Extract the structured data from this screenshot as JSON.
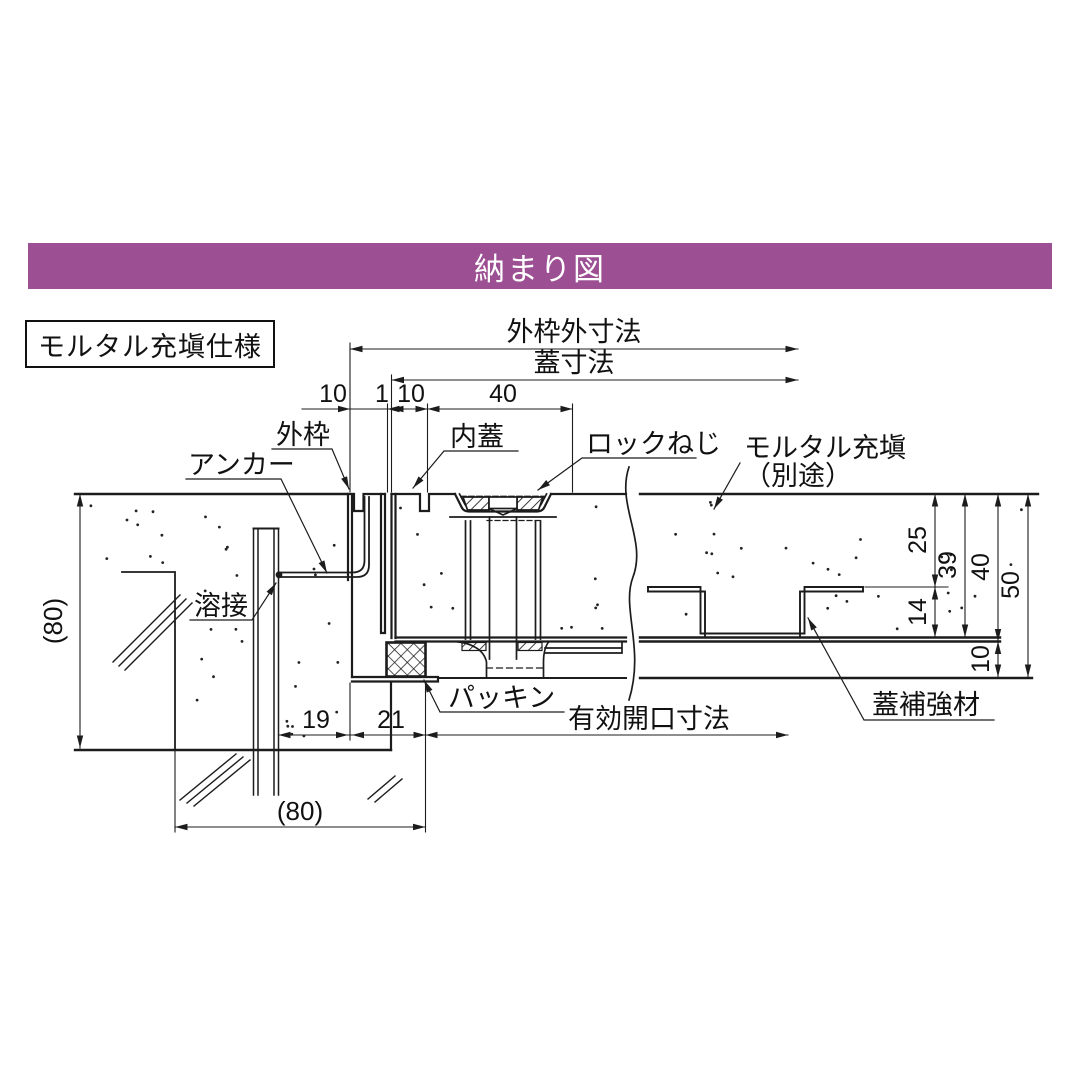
{
  "header": {
    "title": "納まり図",
    "bg_color": "#9c4f93",
    "text_color": "#ffffff"
  },
  "spec_box": {
    "label": "モルタル充塡仕様"
  },
  "part_labels": {
    "outer_frame": "外枠",
    "anchor": "アンカー",
    "inner_lid": "内蓋",
    "lock_screw": "ロックねじ",
    "mortar_fill_line1": "モルタル充塡",
    "mortar_fill_line2": "（別途）",
    "welding": "溶接",
    "packing": "パッキン",
    "lid_reinforcement": "蓋補強材"
  },
  "dimension_labels": {
    "outer_frame_outer_width": "外枠外寸法",
    "lid_width": "蓋寸法",
    "effective_opening_width": "有効開口寸法",
    "top_10a": "10",
    "top_1": "1",
    "top_10b": "10",
    "top_40": "40",
    "right_25": "25",
    "right_39": "39",
    "right_40": "40",
    "right_50": "50",
    "right_14": "14",
    "right_10": "10",
    "left_80": "(80)",
    "bottom_19": "19",
    "bottom_21": "21",
    "bottom_80": "(80)"
  },
  "drawing": {
    "line_color": "#1c1c1c"
  }
}
